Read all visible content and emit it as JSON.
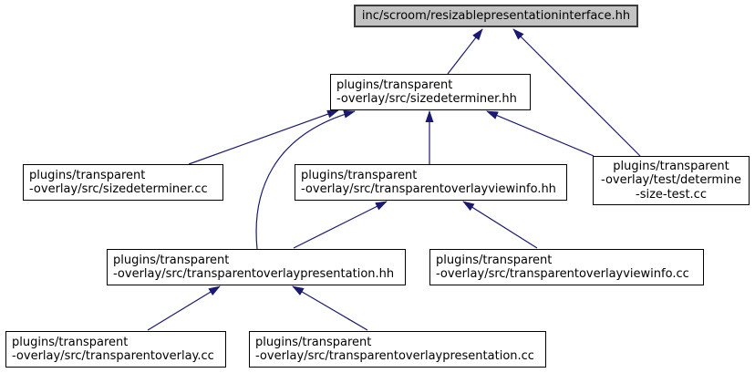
{
  "diagram": {
    "type": "include-dependency-graph",
    "colors": {
      "edge": "#191970",
      "root_node_fill": "#c3c3c3",
      "node_fill": "#ffffff",
      "node_border": "#000000",
      "text": "#000000"
    },
    "nodes": {
      "root": {
        "label": "inc/scroom/resizablepresentationinterface.hh"
      },
      "sizedeterminer_hh": {
        "label": "plugins/transparent\n-overlay/src/sizedeterminer.hh"
      },
      "sizedeterminer_cc": {
        "label": "plugins/transparent\n-overlay/src/sizedeterminer.cc"
      },
      "transparentoverlayviewinfo_hh": {
        "label": "plugins/transparent\n-overlay/src/transparentoverlayviewinfo.hh"
      },
      "determine_size_test_cc": {
        "label": "plugins/transparent\n-overlay/test/determine\n-size-test.cc"
      },
      "transparentoverlaypresentation_hh": {
        "label": "plugins/transparent\n-overlay/src/transparentoverlaypresentation.hh"
      },
      "transparentoverlayviewinfo_cc": {
        "label": "plugins/transparent\n-overlay/src/transparentoverlayviewinfo.cc"
      },
      "transparentoverlay_cc": {
        "label": "plugins/transparent\n-overlay/src/transparentoverlay.cc"
      },
      "transparentoverlaypresentation_cc": {
        "label": "plugins/transparent\n-overlay/src/transparentoverlaypresentation.cc"
      }
    },
    "edges": [
      {
        "from": "sizedeterminer_hh",
        "to": "root"
      },
      {
        "from": "determine_size_test_cc",
        "to": "root"
      },
      {
        "from": "sizedeterminer_cc",
        "to": "sizedeterminer_hh"
      },
      {
        "from": "transparentoverlaypresentation_hh",
        "to": "sizedeterminer_hh"
      },
      {
        "from": "transparentoverlayviewinfo_hh",
        "to": "sizedeterminer_hh"
      },
      {
        "from": "determine_size_test_cc",
        "to": "sizedeterminer_hh"
      },
      {
        "from": "transparentoverlaypresentation_hh",
        "to": "transparentoverlayviewinfo_hh"
      },
      {
        "from": "transparentoverlayviewinfo_cc",
        "to": "transparentoverlayviewinfo_hh"
      },
      {
        "from": "transparentoverlay_cc",
        "to": "transparentoverlaypresentation_hh"
      },
      {
        "from": "transparentoverlaypresentation_cc",
        "to": "transparentoverlaypresentation_hh"
      }
    ]
  }
}
